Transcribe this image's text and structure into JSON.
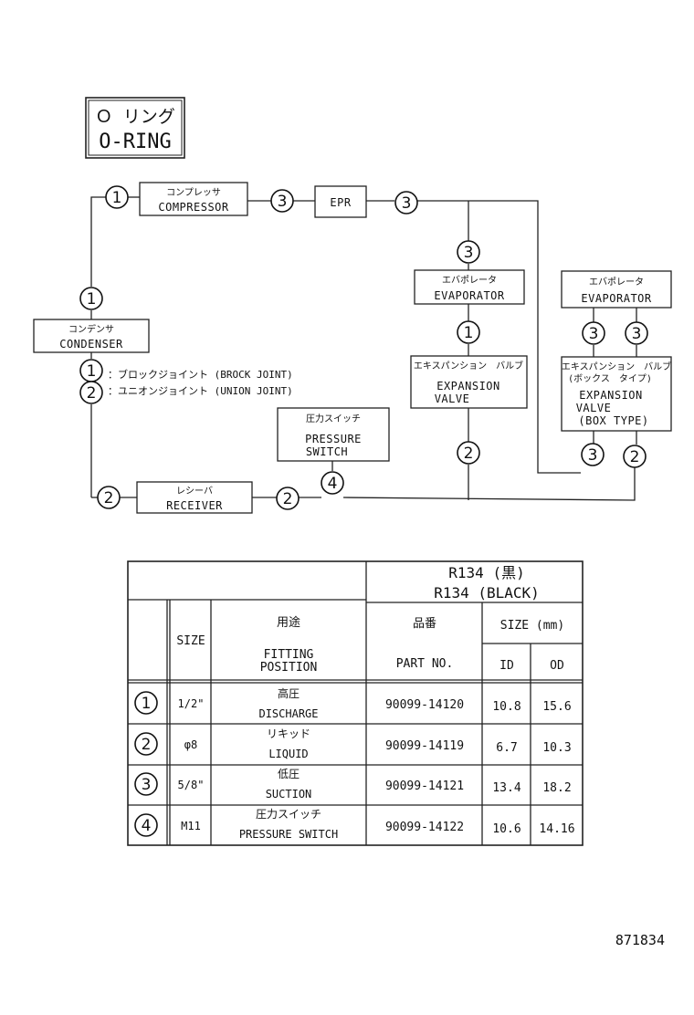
{
  "title": {
    "jp": "Ｏ リング",
    "en": "O-RING"
  },
  "components": {
    "compressor": {
      "jp": "コンプレッサ",
      "en": "COMPRESSOR"
    },
    "epr": {
      "en": "EPR"
    },
    "evaporator_1": {
      "jp": "エバポレータ",
      "en": "EVAPORATOR"
    },
    "evaporator_2": {
      "jp": "エバポレータ",
      "en": "EVAPORATOR"
    },
    "condenser": {
      "jp": "コンデンサ",
      "en": "CONDENSER"
    },
    "expansion_valve": {
      "jp": "エキスパンション　バルブ",
      "en1": "EXPANSION",
      "en2": "VALVE"
    },
    "expansion_valve_box": {
      "jp1": "エキスパンション　バルブ",
      "jp2": "(ボックス　タイプ)",
      "en1": "EXPANSION",
      "en2": "VALVE",
      "en3": "(BOX TYPE)"
    },
    "pressure_switch": {
      "jp": "圧力スイッチ",
      "en1": "PRESSURE",
      "en2": "SWITCH"
    },
    "receiver": {
      "jp": "レシーバ",
      "en": "RECEIVER"
    }
  },
  "markers": [
    "1",
    "2",
    "3",
    "4"
  ],
  "legend": [
    {
      "marker": "1",
      "text": "：ブロックジョイント (BROCK JOINT)"
    },
    {
      "marker": "2",
      "text": "：ユニオンジョイント (UNION JOINT)"
    }
  ],
  "table": {
    "refrigerant": {
      "line1": "R134 (黒)",
      "line2": "R134 (BLACK)"
    },
    "headers": {
      "size": "SIZE",
      "fitting_jp": "用途",
      "fitting_en1": "FITTING",
      "fitting_en2": "POSITION",
      "part_jp": "品番",
      "part_en": "PART NO.",
      "size_mm": "SIZE (mm)",
      "id": "ID",
      "od": "OD"
    },
    "rows": [
      {
        "marker": "1",
        "size": "1/2\"",
        "fitting_jp": "高圧",
        "fitting_en": "DISCHARGE",
        "part_no": "90099-14120",
        "id": "10.8",
        "od": "15.6"
      },
      {
        "marker": "2",
        "size": "φ8",
        "fitting_jp": "リキッド",
        "fitting_en": "LIQUID",
        "part_no": "90099-14119",
        "id": "6.7",
        "od": "10.3"
      },
      {
        "marker": "3",
        "size": "5/8\"",
        "fitting_jp": "低圧",
        "fitting_en": "SUCTION",
        "part_no": "90099-14121",
        "id": "13.4",
        "od": "18.2"
      },
      {
        "marker": "4",
        "size": "M11",
        "fitting_jp": "圧力スイッチ",
        "fitting_en": "PRESSURE SWITCH",
        "part_no": "90099-14122",
        "id": "10.6",
        "od": "14.16"
      }
    ]
  },
  "figure_code": "871834"
}
